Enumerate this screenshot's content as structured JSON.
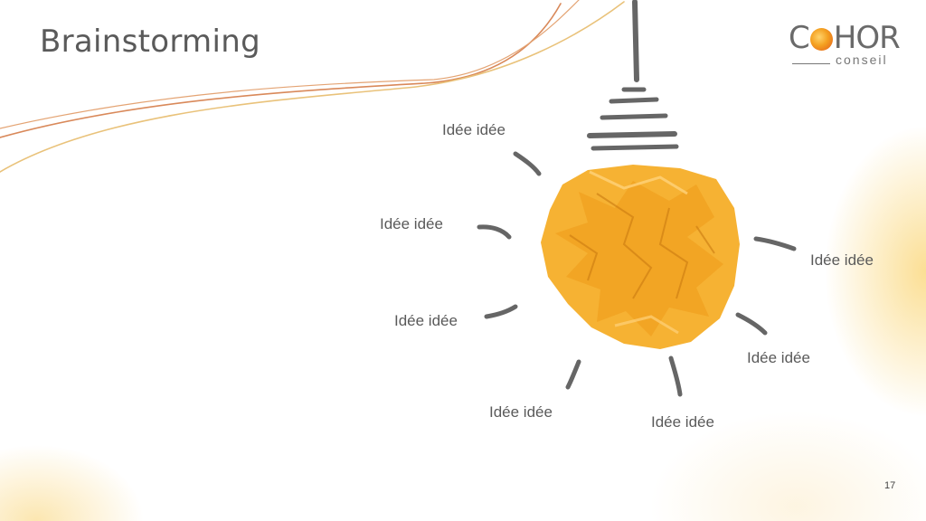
{
  "slide": {
    "title": "Brainstorming",
    "page_number": "17"
  },
  "logo": {
    "text_before": "C",
    "text_after": "HOR",
    "subtitle": "conseil"
  },
  "ideas": [
    "Idée idée",
    "Idée idée",
    "Idée idée",
    "Idée idée",
    "Idée idée",
    "Idée idée",
    "Idée idée"
  ],
  "colors": {
    "title": "#5a5a5a",
    "paper_ball": "#f6b233",
    "sketch": "#666666",
    "ribbon_1": "#d9895a",
    "ribbon_2": "#e9c27a"
  }
}
